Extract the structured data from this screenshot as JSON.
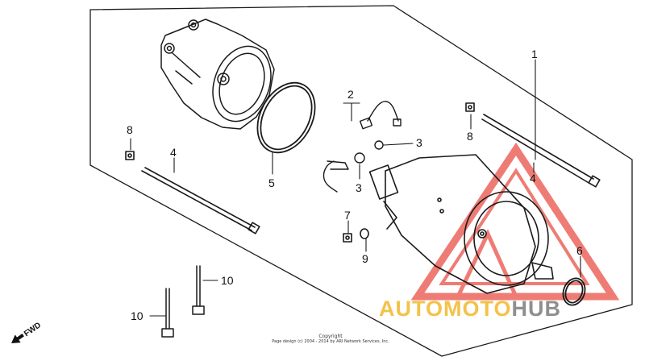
{
  "diagram": {
    "callouts": [
      {
        "id": "c1",
        "label": "1"
      },
      {
        "id": "c2",
        "label": "2"
      },
      {
        "id": "c3a",
        "label": "3"
      },
      {
        "id": "c3b",
        "label": "3"
      },
      {
        "id": "c4a",
        "label": "4"
      },
      {
        "id": "c4b",
        "label": "4"
      },
      {
        "id": "c5",
        "label": "5"
      },
      {
        "id": "c6",
        "label": "6"
      },
      {
        "id": "c7",
        "label": "7"
      },
      {
        "id": "c8a",
        "label": "8"
      },
      {
        "id": "c8b",
        "label": "8"
      },
      {
        "id": "c9",
        "label": "9"
      },
      {
        "id": "c10a",
        "label": "10"
      },
      {
        "id": "c10b",
        "label": "10"
      }
    ],
    "fwd_label": "FWD"
  },
  "copyright": {
    "line1": "Copyright",
    "line2": "Page design (c) 2004 - 2014 by ARI Network Services, Inc."
  },
  "watermark": {
    "brand_part1": "AUTOMOTO",
    "brand_part2": "HUB",
    "colors": {
      "triangle": "#e8453c",
      "text_yellow": "#f3c24a",
      "text_grey": "#8f8f8f"
    }
  }
}
